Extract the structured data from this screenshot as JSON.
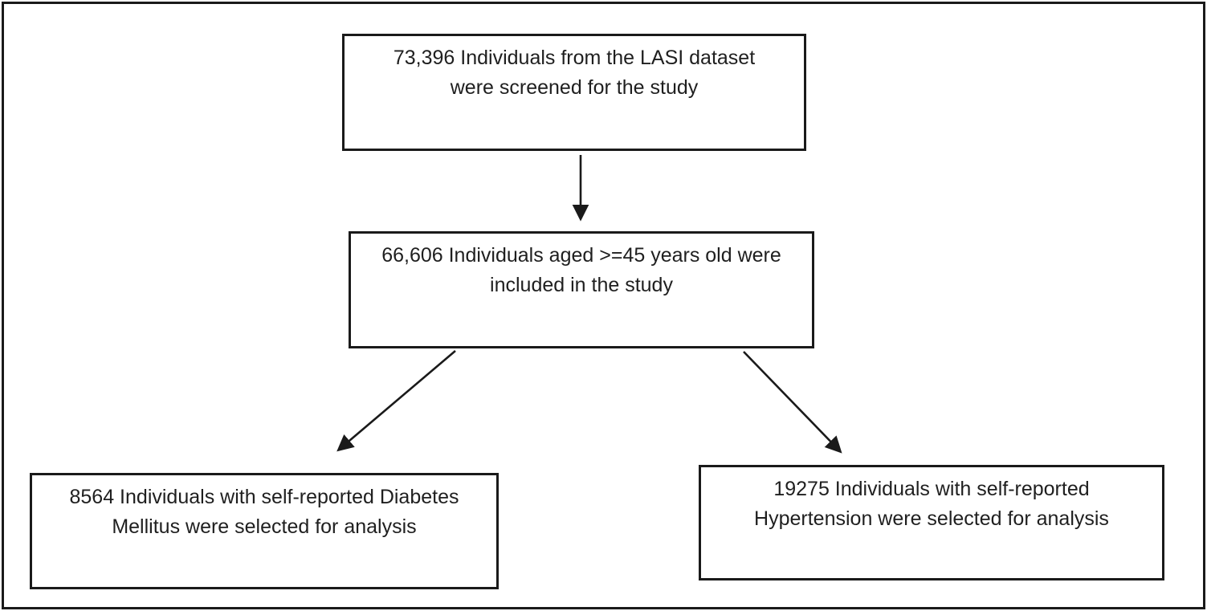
{
  "colors": {
    "line": "#1a1a1a",
    "text": "#1f1f1f",
    "background": "#ffffff"
  },
  "flowchart": {
    "type": "study-selection-flow-diagram",
    "dataset": "LASI",
    "nodes": [
      {
        "id": "screened",
        "count": "73,396",
        "text": "73,396 Individuals from the LASI dataset were screened for the study",
        "lines": [
          "73,396 Individuals from the LASI dataset",
          "were screened for the study"
        ]
      },
      {
        "id": "included",
        "count": "66,606",
        "text": "66,606 Individuals aged >=45 years old were included in the study",
        "lines": [
          "66,606 Individuals aged >=45 years old were",
          "included in the study"
        ]
      },
      {
        "id": "diabetes",
        "count": "8564",
        "text": "8564 Individuals with self-reported Diabetes Mellitus were selected for analysis",
        "lines": [
          "8564 Individuals with self-reported Diabetes",
          "Mellitus were selected for analysis"
        ]
      },
      {
        "id": "hypertension",
        "count": "19275",
        "text": "19275 Individuals with self-reported Hypertension were selected for analysis",
        "lines": [
          "19275 Individuals with self-reported",
          "Hypertension were selected for analysis"
        ]
      }
    ],
    "edges": [
      {
        "from": "screened",
        "to": "included"
      },
      {
        "from": "included",
        "to": "diabetes"
      },
      {
        "from": "included",
        "to": "hypertension"
      }
    ]
  }
}
